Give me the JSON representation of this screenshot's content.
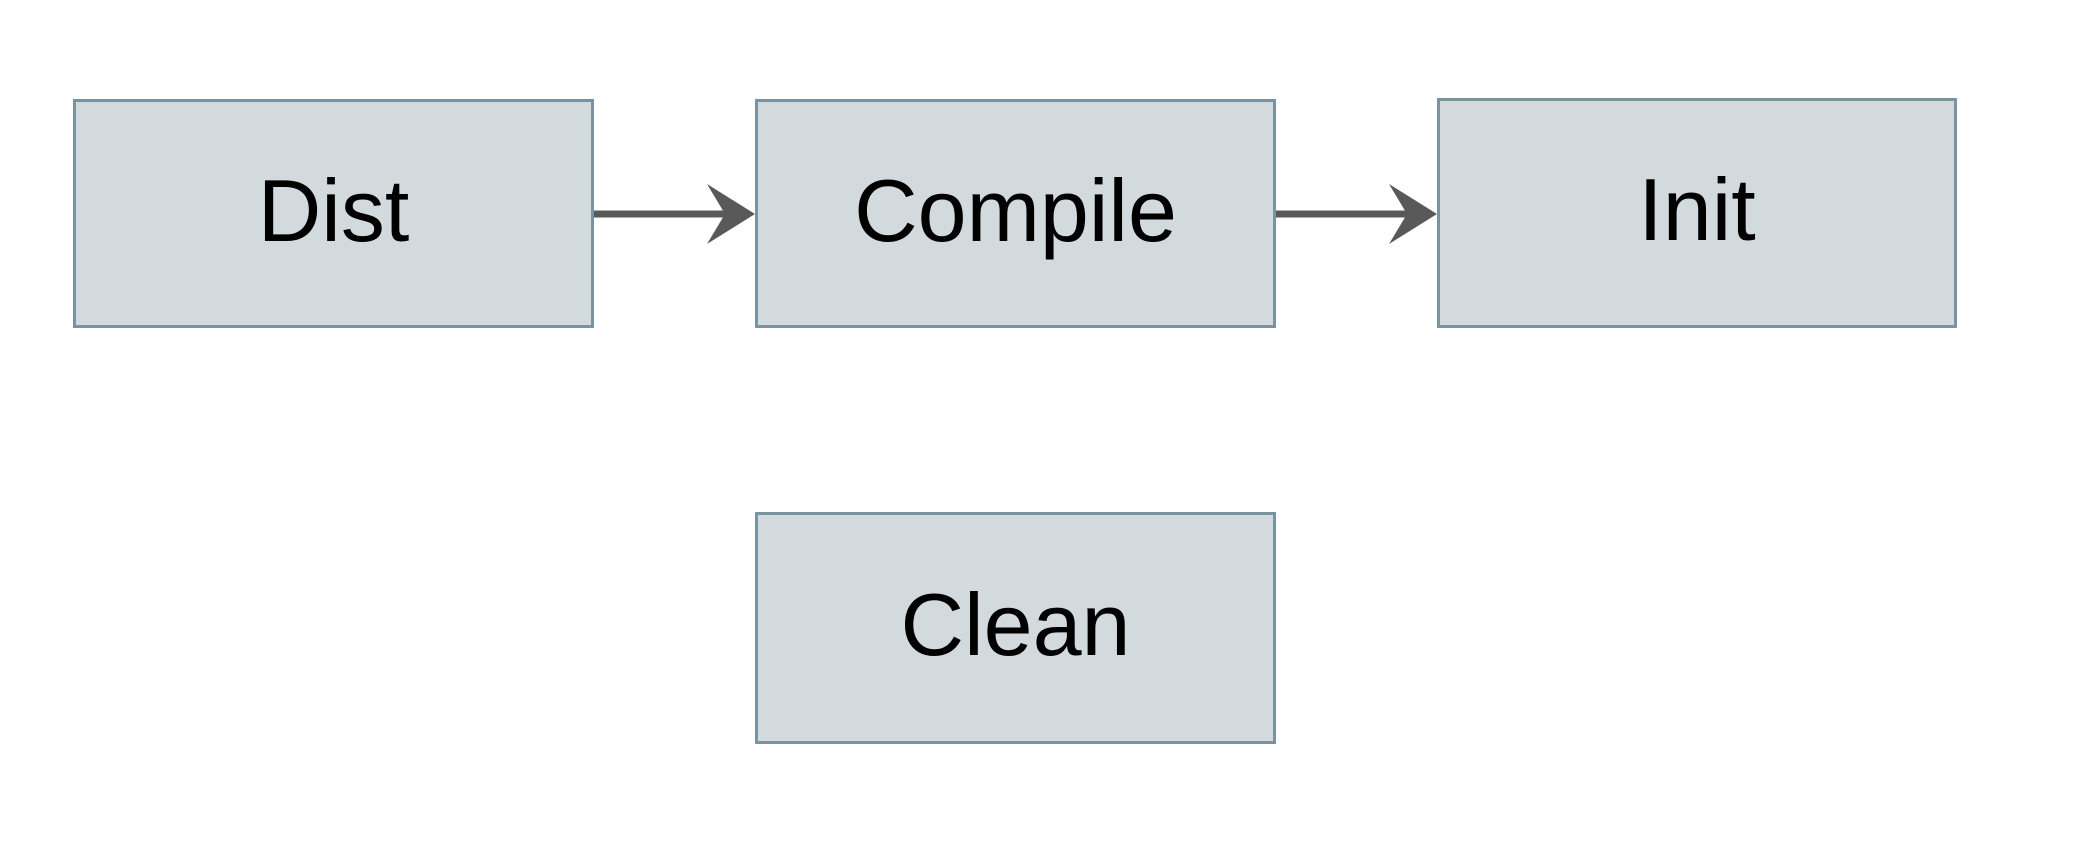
{
  "diagram": {
    "type": "flowchart",
    "colors": {
      "background": "#ffffff",
      "node_fill": "#d3dadd",
      "node_border": "#7a93a0",
      "arrow": "#595959",
      "text": "#000000"
    },
    "nodes": [
      {
        "id": "dist",
        "label": "Dist"
      },
      {
        "id": "compile",
        "label": "Compile"
      },
      {
        "id": "init",
        "label": "Init"
      },
      {
        "id": "clean",
        "label": "Clean"
      }
    ],
    "edges": [
      {
        "from": "dist",
        "to": "compile",
        "style": "solid-arrow"
      },
      {
        "from": "compile",
        "to": "init",
        "style": "solid-arrow"
      }
    ]
  }
}
